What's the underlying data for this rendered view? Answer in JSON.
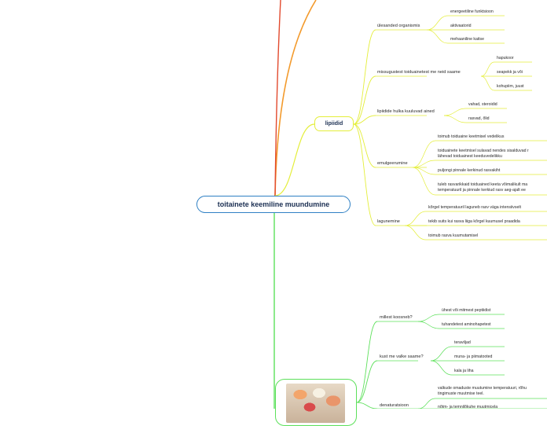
{
  "root": {
    "label": "toitainete keemiline muundumine"
  },
  "lipiidid": {
    "label": "lipiidid",
    "branches": [
      {
        "label": "ülesanded organismis",
        "items": [
          "energeetiline funktsioon",
          "aktivaatorid",
          "mehaaniline kaitse"
        ]
      },
      {
        "label": "missugustest toiduainetest me neid saame",
        "items": [
          "hapukoor",
          "seapekk ja või",
          "kohupiim, juust"
        ]
      },
      {
        "label": "lipiidide hulka kuuluvad ained",
        "items": [
          "vahad, steroidid",
          "rasvad, õlid"
        ]
      },
      {
        "label": "emulgeerumine",
        "items": [
          [
            "toimub toiduaine keetmisel vedelikus"
          ],
          [
            "toiduainete keetmisel sulavad nendes sisalduvad r",
            "lähevad toiduainest keeduvedelikku"
          ],
          [
            "puljongi pinnale kerkinud rasvakiht"
          ],
          [
            "tuleb rasvarikkaid toiduained keeta võimalikult ma",
            "temperatuuril ja pinnale kerkiud rasv aeg-ajalt ee"
          ]
        ]
      },
      {
        "label": "lagunemine",
        "items": [
          "kõrgel temperatuuril laguneb rasv väga intensiivselt",
          "tekib suits kui rasva liiga kõrgel kuumusel praadida",
          "toimub rasva kuumutamisel"
        ]
      }
    ]
  },
  "valgud": {
    "image_alt": "meat, eggs and dairy products",
    "branches": [
      {
        "label": "millest koosneb?",
        "items": [
          "ühest või mitmest peptiidist",
          "tuhandetest aminohapetest"
        ]
      },
      {
        "label": "kust me valke saame?",
        "items": [
          "teraviljad",
          "muna- ja piimatooted",
          "kala ja liha"
        ]
      },
      {
        "label": "denaturatsioon",
        "items": [
          [
            "valkude omaduste muutumine temperatuuri, rõhu",
            "tingimuste muutmise teel."
          ],
          [
            "nõtm- ja temnilõkuhe muutmicela"
          ]
        ]
      }
    ]
  },
  "colors": {
    "root_border": "#2f80c4",
    "lipiidid": "#e4ee3a",
    "valgud": "#5ce05a",
    "top_branch_1": "#f39a2c",
    "top_branch_2": "#e24a2e"
  }
}
